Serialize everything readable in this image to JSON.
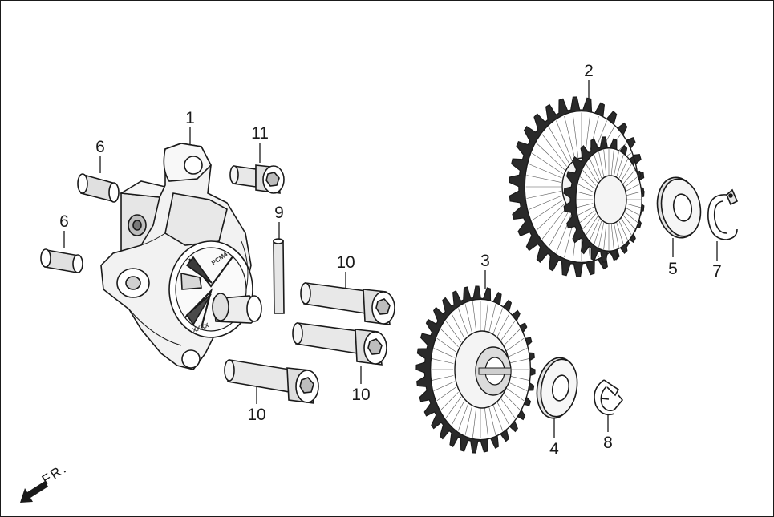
{
  "diagram": {
    "callouts": {
      "pump_body": "1",
      "large_gear": "2",
      "drive_gear": "3",
      "washer_lower": "4",
      "washer_upper": "5",
      "collar_upper": "6",
      "collar_lower": "6",
      "circlip_upper": "7",
      "circlip_lower": "8",
      "pin": "9",
      "bolt_upper": "10",
      "bolt_middle": "10",
      "bolt_lower": "10",
      "bolt_short": "11"
    },
    "direction": "FR.",
    "casting_marks": [
      "PCM4",
      "XXXX"
    ],
    "colors": {
      "line": "#1a1a1a",
      "part_fill": "#f2f2f2",
      "shade": "#c8c8c8",
      "teeth": "#2a2a2a"
    }
  }
}
